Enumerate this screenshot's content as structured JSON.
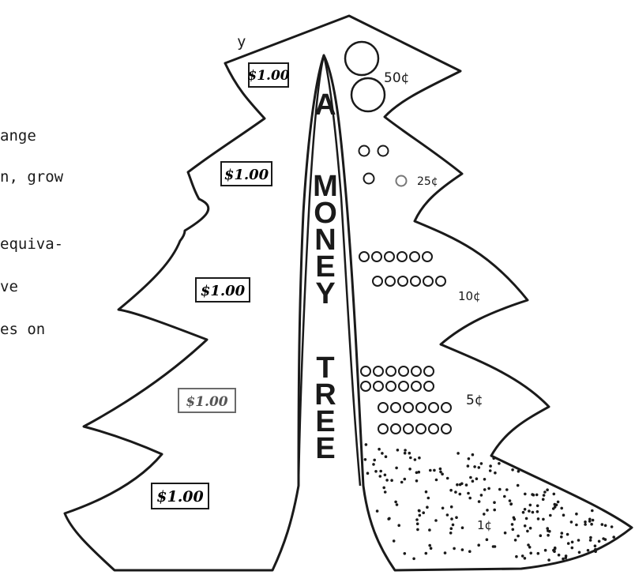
{
  "page_text": {
    "line1": "y",
    "line2": "ange",
    "line3": "n, grow",
    "line4": "equiva-",
    "line5": "ve",
    "line6": "es on"
  },
  "tree": {
    "title_letters": [
      "A",
      "M",
      "O",
      "N",
      "E",
      "Y",
      "T",
      "R",
      "E",
      "E"
    ],
    "bill_labels": [
      "$1.00",
      "$1.00",
      "$1.00",
      "$1.00",
      "$1.00"
    ],
    "coin_labels": {
      "fifty": "50¢",
      "quarter": "25¢",
      "dime": "10¢",
      "nickel": "5¢",
      "penny": "1¢"
    }
  },
  "colors": {
    "ink": "#1a1a1a",
    "paper": "#ffffff"
  }
}
